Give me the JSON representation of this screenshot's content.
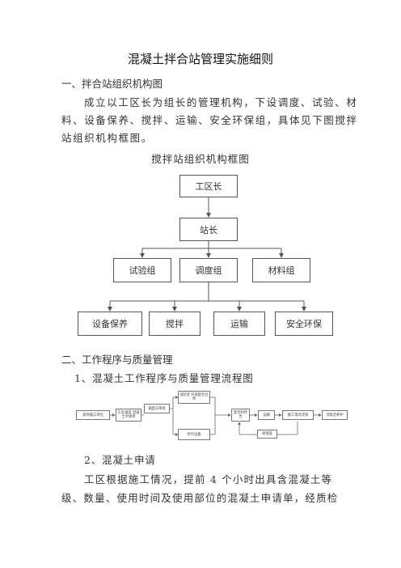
{
  "doc": {
    "title": "混凝土拌合站管理实施细则",
    "section1_heading": "一、拌合站组织机构图",
    "section1_para": [
      "成立以工区长为组长的管理机构，下设调度、试验、材",
      "料、设备保养、搅拌、运输、安全环保组，具体见下图搅拌",
      "站组织机构框图。"
    ],
    "section2_heading": "二、工作程序与质量管理",
    "section2_sub1": "1、混凝土工作程序与质量管理流程图",
    "section2_sub2": "2、混凝土申请",
    "section2_para": [
      "工区根据施工情况，提前 4 个小时出具含混凝土等",
      "级、数量、使用时间及使用部位的混凝土申请单，经质检"
    ]
  },
  "org_chart": {
    "title": "搅拌站组织机构框图",
    "level1": "工区长",
    "level2": "站长",
    "level3": [
      "试验组",
      "调度组",
      "材料组"
    ],
    "level4": [
      "设备保养",
      "搅拌",
      "运输",
      "安全环保"
    ]
  },
  "flow_chart": {
    "nodes": {
      "n1": "现场施工单位",
      "n2": "工区调度 混凝土申请单",
      "n3": "调度员审批",
      "n4": "试验室 开具配合比单",
      "n5": "拌合设备",
      "n6": "混合料拌合",
      "n7": "运输",
      "n8": "施工现场浇筑",
      "n9": "浇筑后养护",
      "n10": "坍落度"
    }
  }
}
